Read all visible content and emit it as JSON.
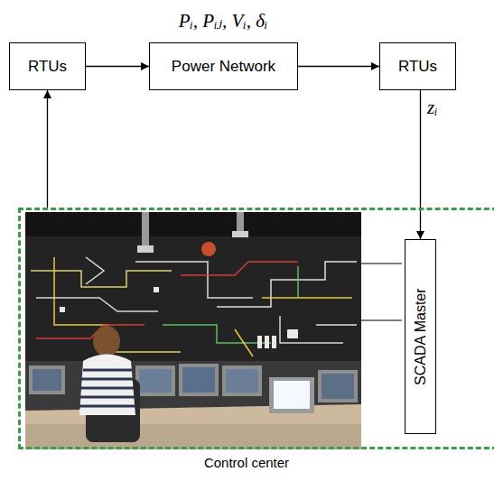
{
  "diagram": {
    "nodes": [
      {
        "text": [
          "RTUs"
        ]
      },
      {
        "text": [
          "Power Network"
        ]
      },
      {
        "text": [
          "RTUs"
        ]
      },
      {
        "text": [
          "Control center"
        ]
      },
      {
        "text": [
          "SCADA Master"
        ],
        "in": 3
      }
    ],
    "edges": [
      {
        "from": 0,
        "to": 1,
        "arrow": "to"
      },
      {
        "from": 1,
        "to": 2,
        "arrow": "to"
      },
      {
        "from": 2,
        "to": 4,
        "arrow": "to"
      },
      {
        "from": 3,
        "to": 0,
        "arrow": "to"
      }
    ],
    "labels": [
      "Pᵢ, Pᵢⱼ, Vᵢ, δᵢ",
      "zᵢ"
    ]
  }
}
